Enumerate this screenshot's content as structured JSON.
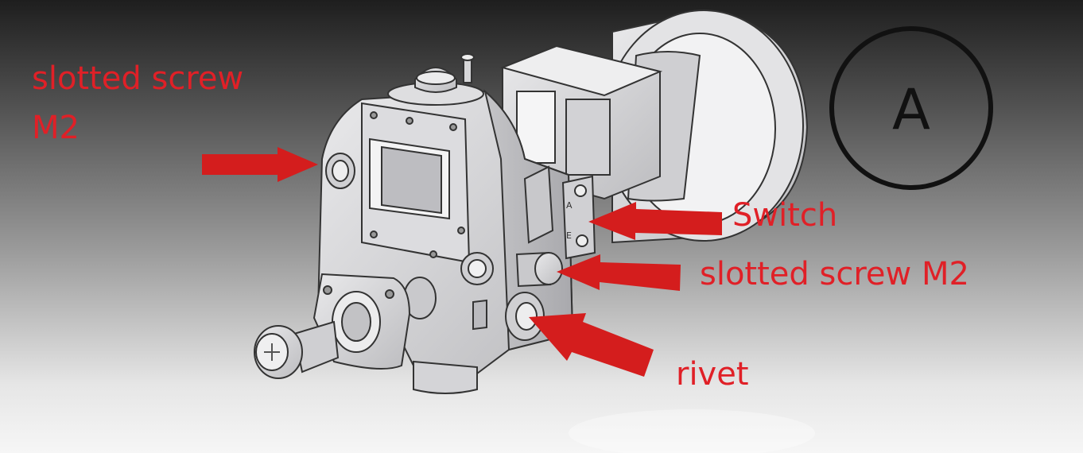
{
  "labels": {
    "slotted_screw_left": "slotted screw M2",
    "switch": "Switch",
    "slotted_screw_right": "slotted screw M2",
    "rivet": "rivet"
  },
  "view_marker": "A",
  "colors": {
    "annotation": "#e02027",
    "arrow": "#d41d1d",
    "part_fill": "#d9d9db",
    "part_stroke": "#333333",
    "marker": "#111111"
  }
}
